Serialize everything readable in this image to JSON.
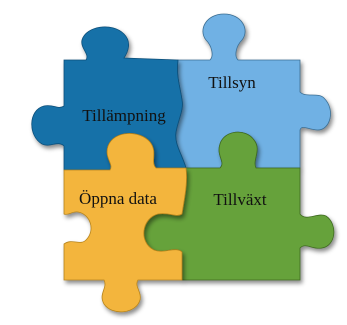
{
  "pieces": {
    "top_left": {
      "label": "Tillämpning",
      "color": "#1571a8"
    },
    "top_right": {
      "label": "Tillsyn",
      "color": "#6fb1e4"
    },
    "bottom_left": {
      "label": "Öppna data",
      "color": "#f3b53c"
    },
    "bottom_right": {
      "label": "Tillväxt",
      "color": "#66a23a"
    }
  },
  "text_color": "#111111"
}
